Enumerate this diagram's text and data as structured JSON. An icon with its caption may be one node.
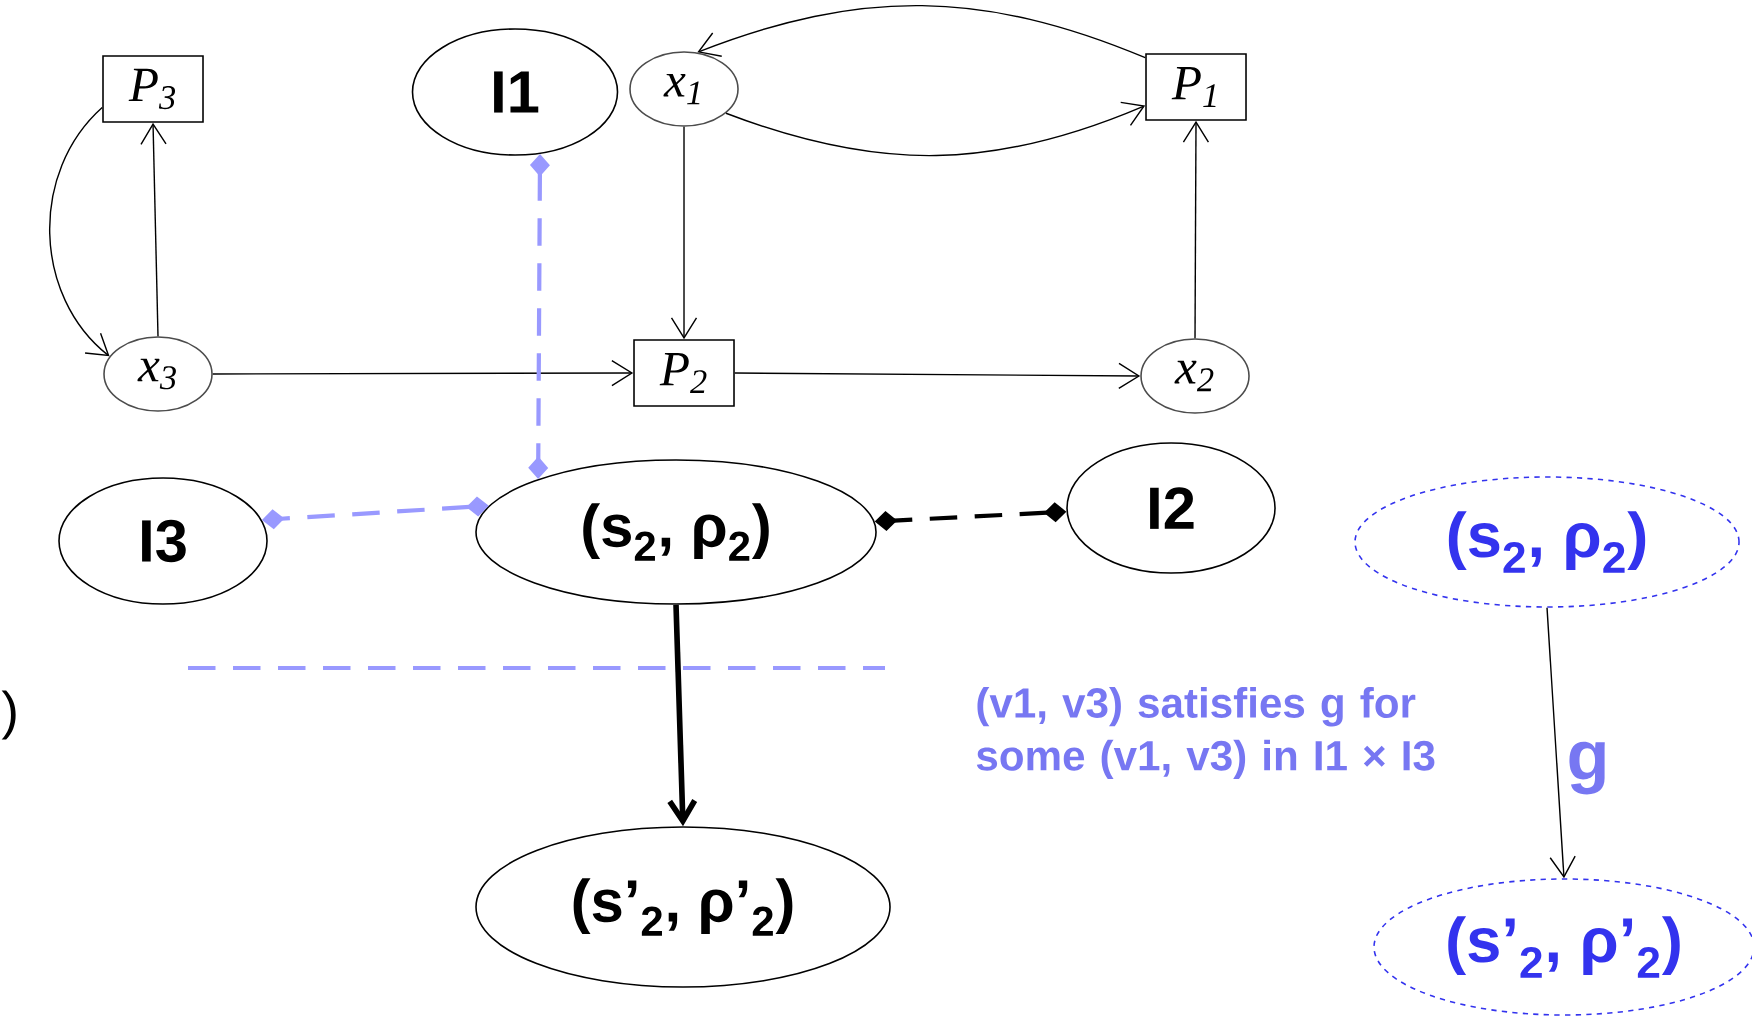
{
  "diagram": {
    "nodes": [
      {
        "text": [
          "P$_{3}$"
        ]
      },
      {
        "text": [
          "I1"
        ]
      },
      {
        "text": [
          "x$_{1}$"
        ]
      },
      {
        "text": [
          "P$_{1}$"
        ]
      },
      {
        "text": [
          "x$_{3}$"
        ]
      },
      {
        "text": [
          "P$_{2}$"
        ]
      },
      {
        "text": [
          "x$_{2}$"
        ]
      },
      {
        "text": [
          "I3"
        ]
      },
      {
        "text": [
          "(s$_{2}$, ρ$_{2}$)"
        ]
      },
      {
        "text": [
          "I2"
        ]
      },
      {
        "text": [
          "(s$_{2}$, ρ$_{2}$)"
        ]
      },
      {
        "text": [
          "(s’$_{2}$, ρ’$_{2}$)"
        ]
      },
      {
        "text": [
          "(s’$_{2}$, ρ’$_{2}$)"
        ]
      }
    ],
    "edges": [
      {
        "from": 0,
        "to": 4,
        "arrow": "to"
      },
      {
        "from": 4,
        "to": 0,
        "arrow": "to"
      },
      {
        "from": 3,
        "to": 2,
        "arrow": "to"
      },
      {
        "from": 2,
        "to": 3,
        "arrow": "to"
      },
      {
        "from": 4,
        "to": 5,
        "arrow": "to"
      },
      {
        "from": 2,
        "to": 5,
        "arrow": "to"
      },
      {
        "from": 5,
        "to": 6,
        "arrow": "to"
      },
      {
        "from": 6,
        "to": 3,
        "arrow": "to"
      },
      {
        "from": 1,
        "to": 8,
        "arrow": "other",
        "style": "dashed",
        "color": "#9999ff"
      },
      {
        "from": 8,
        "to": 7,
        "arrow": "other",
        "style": "dashed",
        "color": "#9999ff"
      },
      {
        "from": 9,
        "to": 8,
        "arrow": "other",
        "style": "dashed"
      },
      {
        "from": 8,
        "to": 11,
        "arrow": "to",
        "style": "thick"
      },
      {
        "from": 10,
        "to": 12,
        "arrow": "to",
        "label": "g"
      }
    ],
    "labels": [
      ")",
      "(v1, v3) satisfies g for some (v1, v3) in I1 × I3"
    ]
  }
}
